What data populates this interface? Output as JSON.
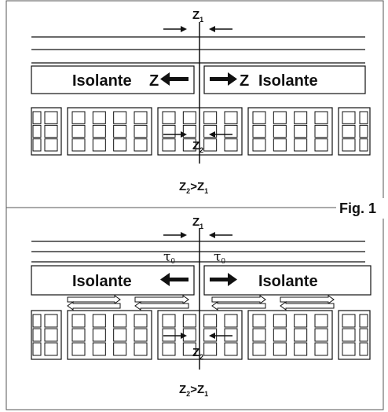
{
  "panels": [
    {
      "top_label": {
        "base": "Z",
        "sub": "1"
      },
      "insulator_left": "Isolante",
      "insulator_right": "Isolante",
      "z_left": "Z",
      "z_right": "Z",
      "mid_label": {
        "base": "Z",
        "sub": "2"
      },
      "relation": {
        "a": "Z",
        "a_sub": "2",
        "op": ">",
        "b": "Z",
        "b_sub": "1"
      },
      "stress_label": null
    },
    {
      "top_label": {
        "base": "Z",
        "sub": "1"
      },
      "insulator_left": "Isolante",
      "insulator_right": "Isolante",
      "mid_label": {
        "base": "Z",
        "sub": "2"
      },
      "relation": {
        "a": "Z",
        "a_sub": "2",
        "op": ">",
        "b": "Z",
        "b_sub": "1"
      },
      "stress_label": {
        "base": "τ",
        "sub": "0"
      }
    }
  ],
  "figure_label": "Fig. 1",
  "colors": {
    "ink": "#111111",
    "background": "#ffffff"
  }
}
